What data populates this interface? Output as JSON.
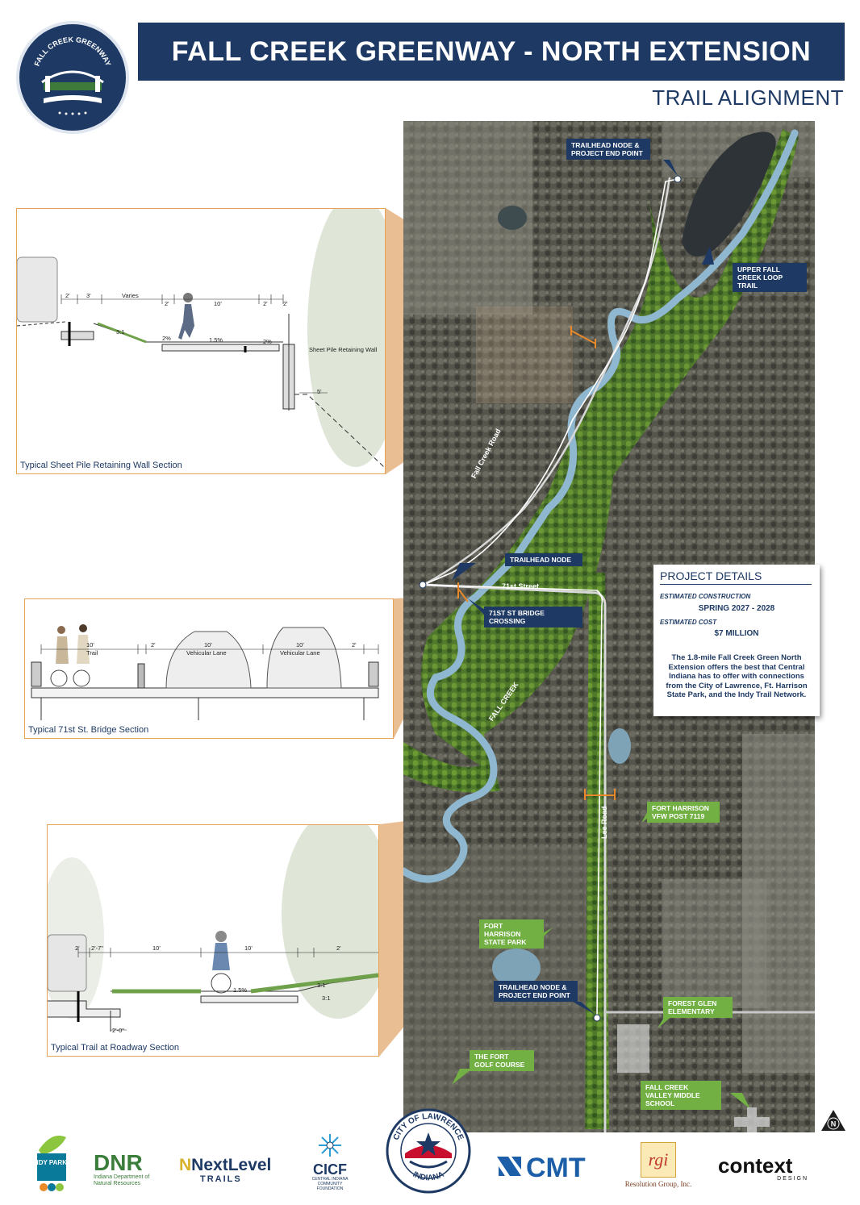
{
  "header": {
    "title": "FALL CREEK GREENWAY - NORTH EXTENSION",
    "subtitle": "TRAIL ALIGNMENT",
    "badge_text": "FALL CREEK GREENWAY"
  },
  "colors": {
    "navy": "#1e3a64",
    "green_label": "#72b043",
    "orange": "#e8892a",
    "creek": "#8fb7cf"
  },
  "map_labels": {
    "trailhead_end_north": "TRAILHEAD NODE & PROJECT END POINT",
    "upper_loop": "UPPER FALL CREEK LOOP TRAIL",
    "trailhead_node": "TRAILHEAD NODE",
    "bridge_crossing": "71ST ST BRIDGE CROSSING",
    "fort_harrison_vfw": "FORT HARRISON VFW POST 7119",
    "fort_harrison_park": "FORT HARRISON STATE PARK",
    "trailhead_end_south": "TRAILHEAD NODE & PROJECT END POINT",
    "forest_glen": "FOREST GLEN ELEMENTARY",
    "fort_golf": "THE FORT GOLF COURSE",
    "fcv_middle": "FALL CREEK VALLEY MIDDLE SCHOOL",
    "fall_creek_road": "Fall Creek Road",
    "street_71st": "71st Street",
    "fall_creek": "FALL CREEK",
    "lee_road": "Lee Road"
  },
  "sections": {
    "sheet_pile": {
      "caption": "Typical Sheet Pile Retaining Wall Section",
      "dims": [
        "2'",
        "3'",
        "Varies",
        "2'",
        "10'",
        "2'",
        "2'",
        "3:1",
        "2%",
        "1.5%",
        "2%",
        "Sheet Pile Retaining Wall",
        "5'"
      ]
    },
    "bridge": {
      "caption": "Typical 71st St. Bridge Section",
      "dims": [
        "10'",
        "Trail",
        "2'",
        "10'",
        "Vehicular Lane",
        "10'",
        "Vehicular Lane",
        "2'"
      ]
    },
    "roadway": {
      "caption": "Typical Trail at Roadway Section",
      "dims": [
        "2'",
        "2'-7\"",
        "10'",
        "10'",
        "2'",
        "1.5%",
        "3:1",
        "3:1",
        "2'-0\""
      ]
    }
  },
  "project_details": {
    "title": "PROJECT DETAILS",
    "construction_label": "ESTIMATED CONSTRUCTION",
    "construction_value": "SPRING 2027 - 2028",
    "cost_label": "ESTIMATED COST",
    "cost_value": "$7 MILLION",
    "description": "The 1.8-mile Fall Creek Green North Extension offers the best that Central Indiana has to offer with connections from the City of Lawrence, Ft. Harrison State Park, and the Indy Trail Network."
  },
  "logos": {
    "indy_parks": "INDY PARKS",
    "dnr": "DNR",
    "dnr_sub": "Indiana Department of Natural Resources",
    "nextlevel": "NextLevel",
    "nextlevel_sub": "TRAILS",
    "cicf": "CICF",
    "cicf_sub": "CENTRAL INDIANA COMMUNITY FOUNDATION",
    "lawrence_top": "CITY OF LAWRENCE",
    "lawrence_bottom": "INDIANA",
    "cmt": "CMT",
    "resolution": "Resolution Group, Inc.",
    "context": "context",
    "context_sub": "DESIGN",
    "north": "N"
  }
}
